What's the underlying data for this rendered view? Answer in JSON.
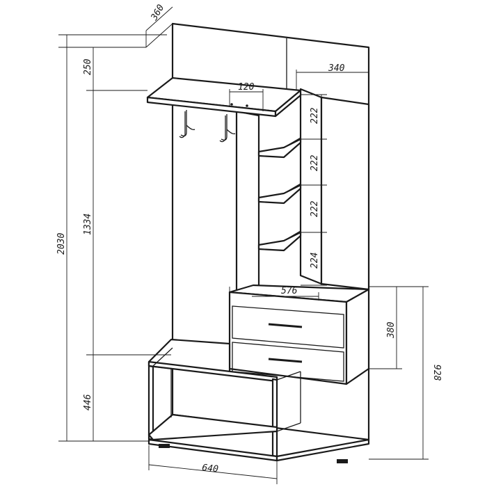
{
  "dimensions": {
    "depth": "360",
    "top_shelf_height": "250",
    "shelf_width": "340",
    "hook_panel_width": "120",
    "shelf_gap_1": "222",
    "shelf_gap_2": "222",
    "shelf_gap_3": "222",
    "shelf_gap_4": "224",
    "total_height": "2030",
    "panel_height": "1334",
    "drawer_unit_width": "576",
    "drawer_unit_height": "380",
    "drawer_unit_floor_height": "928",
    "bench_height": "446",
    "bench_width": "640"
  }
}
